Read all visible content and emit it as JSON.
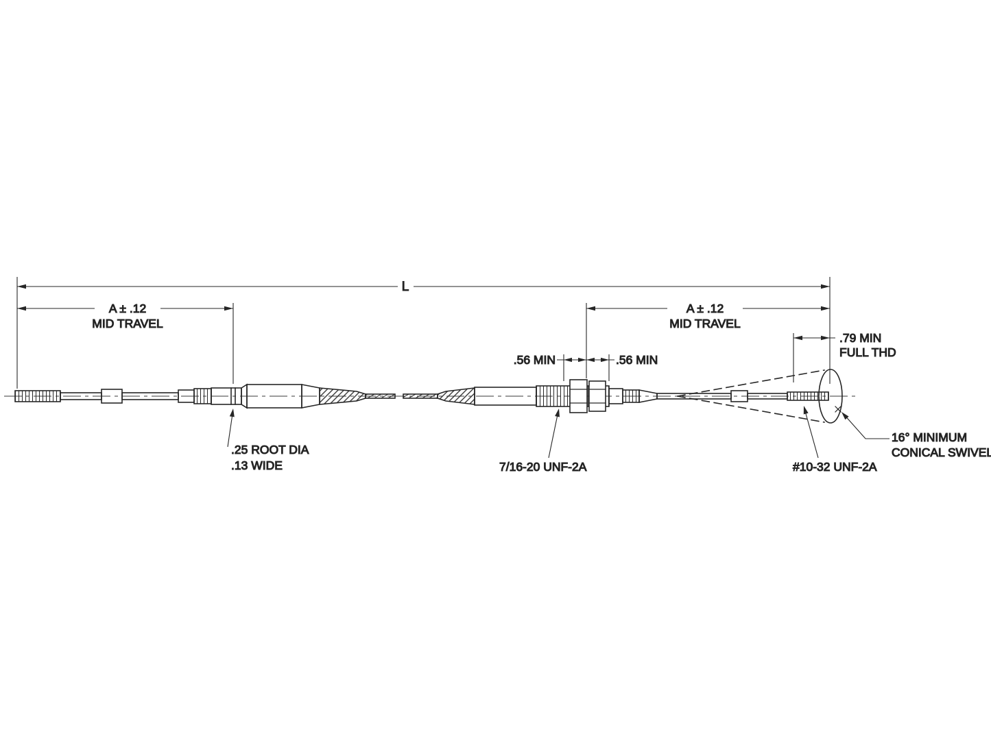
{
  "colors": {
    "ink": "#262626",
    "background": "#ffffff"
  },
  "drawing": {
    "type": "engineering-dimension-drawing",
    "subject": "push-pull control cable assembly",
    "dim_L": {
      "label": "L"
    },
    "dim_mid_travel_left": {
      "line1": "A ± .12",
      "line2": "MID TRAVEL"
    },
    "dim_mid_travel_right": {
      "line1": "A ± .12",
      "line2": "MID TRAVEL"
    },
    "dim_full_thd": {
      "line1": ".79 MIN",
      "line2": "FULL THD"
    },
    "dim_min_left": {
      "label": ".56 MIN"
    },
    "dim_min_right": {
      "label": ".56 MIN"
    },
    "callout_root_dia": {
      "line1": ".25 ROOT DIA",
      "line2": ".13 WIDE"
    },
    "callout_bulkhead": {
      "label": "7/16-20 UNF-2A"
    },
    "callout_rod_end": {
      "label": "#10-32 UNF-2A"
    },
    "callout_swivel": {
      "line1": "16° MINIMUM",
      "line2": "CONICAL SWIVEL"
    }
  }
}
